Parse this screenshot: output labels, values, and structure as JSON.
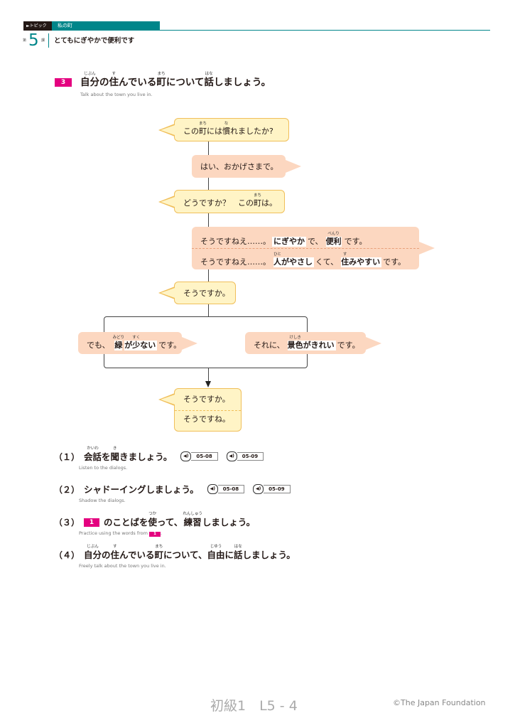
{
  "header": {
    "topic_tag": "►トピック",
    "topic_name": "私の町",
    "lesson_dai": "第",
    "lesson_num": "5",
    "lesson_ka": "課",
    "lesson_title": "とてもにぎやかで便利です"
  },
  "section": {
    "badge": "3",
    "title_parts": [
      "自分",
      "じぶん",
      "の",
      "住",
      "す",
      "んでいる",
      "町",
      "まち",
      "について",
      "話",
      "はな",
      "しましょう。"
    ],
    "subtitle": "Talk about the town you live in."
  },
  "dialog": {
    "b1": [
      "この",
      "町",
      "まち",
      "には",
      "慣",
      "な",
      "れましたか?"
    ],
    "b2": "はい、おかげさまで。",
    "b3": [
      "どうですか？　この",
      "町",
      "まち",
      "は。"
    ],
    "b4a": [
      "そうですねえ……。",
      "にぎやか",
      "で、",
      "便利",
      "べんり",
      "です。"
    ],
    "b4b": [
      "そうですねえ……。",
      "人",
      "ひと",
      "がやさし",
      "くて、",
      "住",
      "す",
      "みやすい",
      "です。"
    ],
    "b5": "そうですか。",
    "b6": [
      "でも、",
      "緑",
      "みどり",
      "が",
      "少",
      "すく",
      "ない",
      "です。"
    ],
    "b7": [
      "それに、",
      "景色",
      "けしき",
      "がきれい",
      "です。"
    ],
    "b8a": "そうですか。",
    "b8b": "そうですね。"
  },
  "tasks": [
    {
      "num": "（１）",
      "parts": [
        "会話",
        "かいわ",
        "を",
        "聞",
        "き",
        "きましょう。"
      ],
      "audio": [
        "05-08",
        "05-09"
      ],
      "sub": "Listen to the dialogs."
    },
    {
      "num": "（２）",
      "text": "シャドーイングしましょう。",
      "audio": [
        "05-08",
        "05-09"
      ],
      "sub": "Shadow the dialogs."
    },
    {
      "num": "（３）",
      "badge": "1",
      "parts": [
        "のことばを",
        "使",
        "つか",
        "って、",
        "練習",
        "れんしゅう",
        "しましょう。"
      ],
      "sub": "Practice using the words from",
      "sub_badge": "1"
    },
    {
      "num": "（４）",
      "parts": [
        "自分",
        "じぶん",
        "の",
        "住",
        "す",
        "んでいる",
        "町",
        "まち",
        "について、",
        "自由",
        "じゆう",
        "に",
        "話",
        "はな",
        "しましょう。"
      ],
      "sub": "Freely talk about the town you live in."
    }
  ],
  "footer": {
    "page": "初級1　L5 - 4",
    "copyright": "©The Japan Foundation"
  },
  "colors": {
    "teal": "#00868a",
    "magenta": "#e4007f",
    "yellow": "#fff4c6",
    "peach": "#fcd7c0"
  }
}
